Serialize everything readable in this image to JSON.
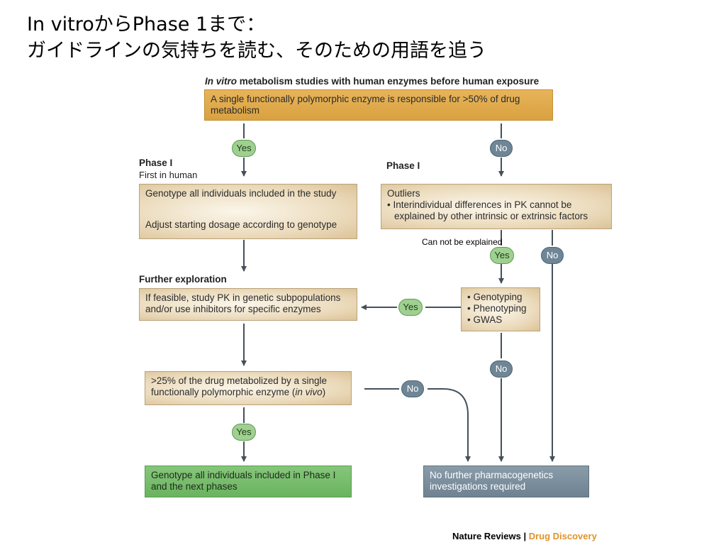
{
  "slide_title": {
    "line1": "In vitroからPhase 1まで：",
    "line2": "ガイドラインの気持ちを読む、そのための用語を追う"
  },
  "flowchart": {
    "header_em": "In vitro",
    "header_rest": " metabolism studies with human enzymes before human exposure",
    "top_box": "A single functionally polymorphic enzyme is responsible for >50% of drug metabolism",
    "left": {
      "phase_heading": "Phase I",
      "phase_sub": "First in human",
      "genotype_step": "Genotype all individuals included in the study",
      "dosage_step": "Adjust starting dosage according to genotype"
    },
    "right": {
      "phase_heading": "Phase I",
      "outliers_title": "Outliers",
      "outliers_bullet": "• Interindividual differences in PK cannot be",
      "outliers_bullet_cont": "explained by other intrinsic or extrinsic factors",
      "annotation": "Can not be explained"
    },
    "further_heading": "Further exploration",
    "explore_box": "If feasible, study PK in genetic subpopulations and/or use inhibitors for specific enzymes",
    "genotyping_items": [
      "• Genotyping",
      "• Phenotyping",
      "• GWAS"
    ],
    "invivo_box_pre": ">25% of the drug metabolized by a single functionally polymorphic enzyme (",
    "invivo_box_em": "in vivo",
    "invivo_box_post": ")",
    "final_green": "Genotype all individuals included in Phase I and the next phases",
    "final_grey": "No further pharmacogenetics investigations required",
    "yes_label": "Yes",
    "no_label": "No"
  },
  "credit": {
    "journal": "Nature Reviews",
    "separator": " | ",
    "section": "Drug Discovery"
  },
  "colors": {
    "orange_box": "#dca649",
    "tan_box": "#ecdcbe",
    "green_box": "#74b968",
    "grey_box": "#7a8d9c",
    "yes_pill": "#9fd090",
    "no_pill": "#6f8696",
    "arrow": "#44505a",
    "credit_accent": "#e0932a"
  }
}
